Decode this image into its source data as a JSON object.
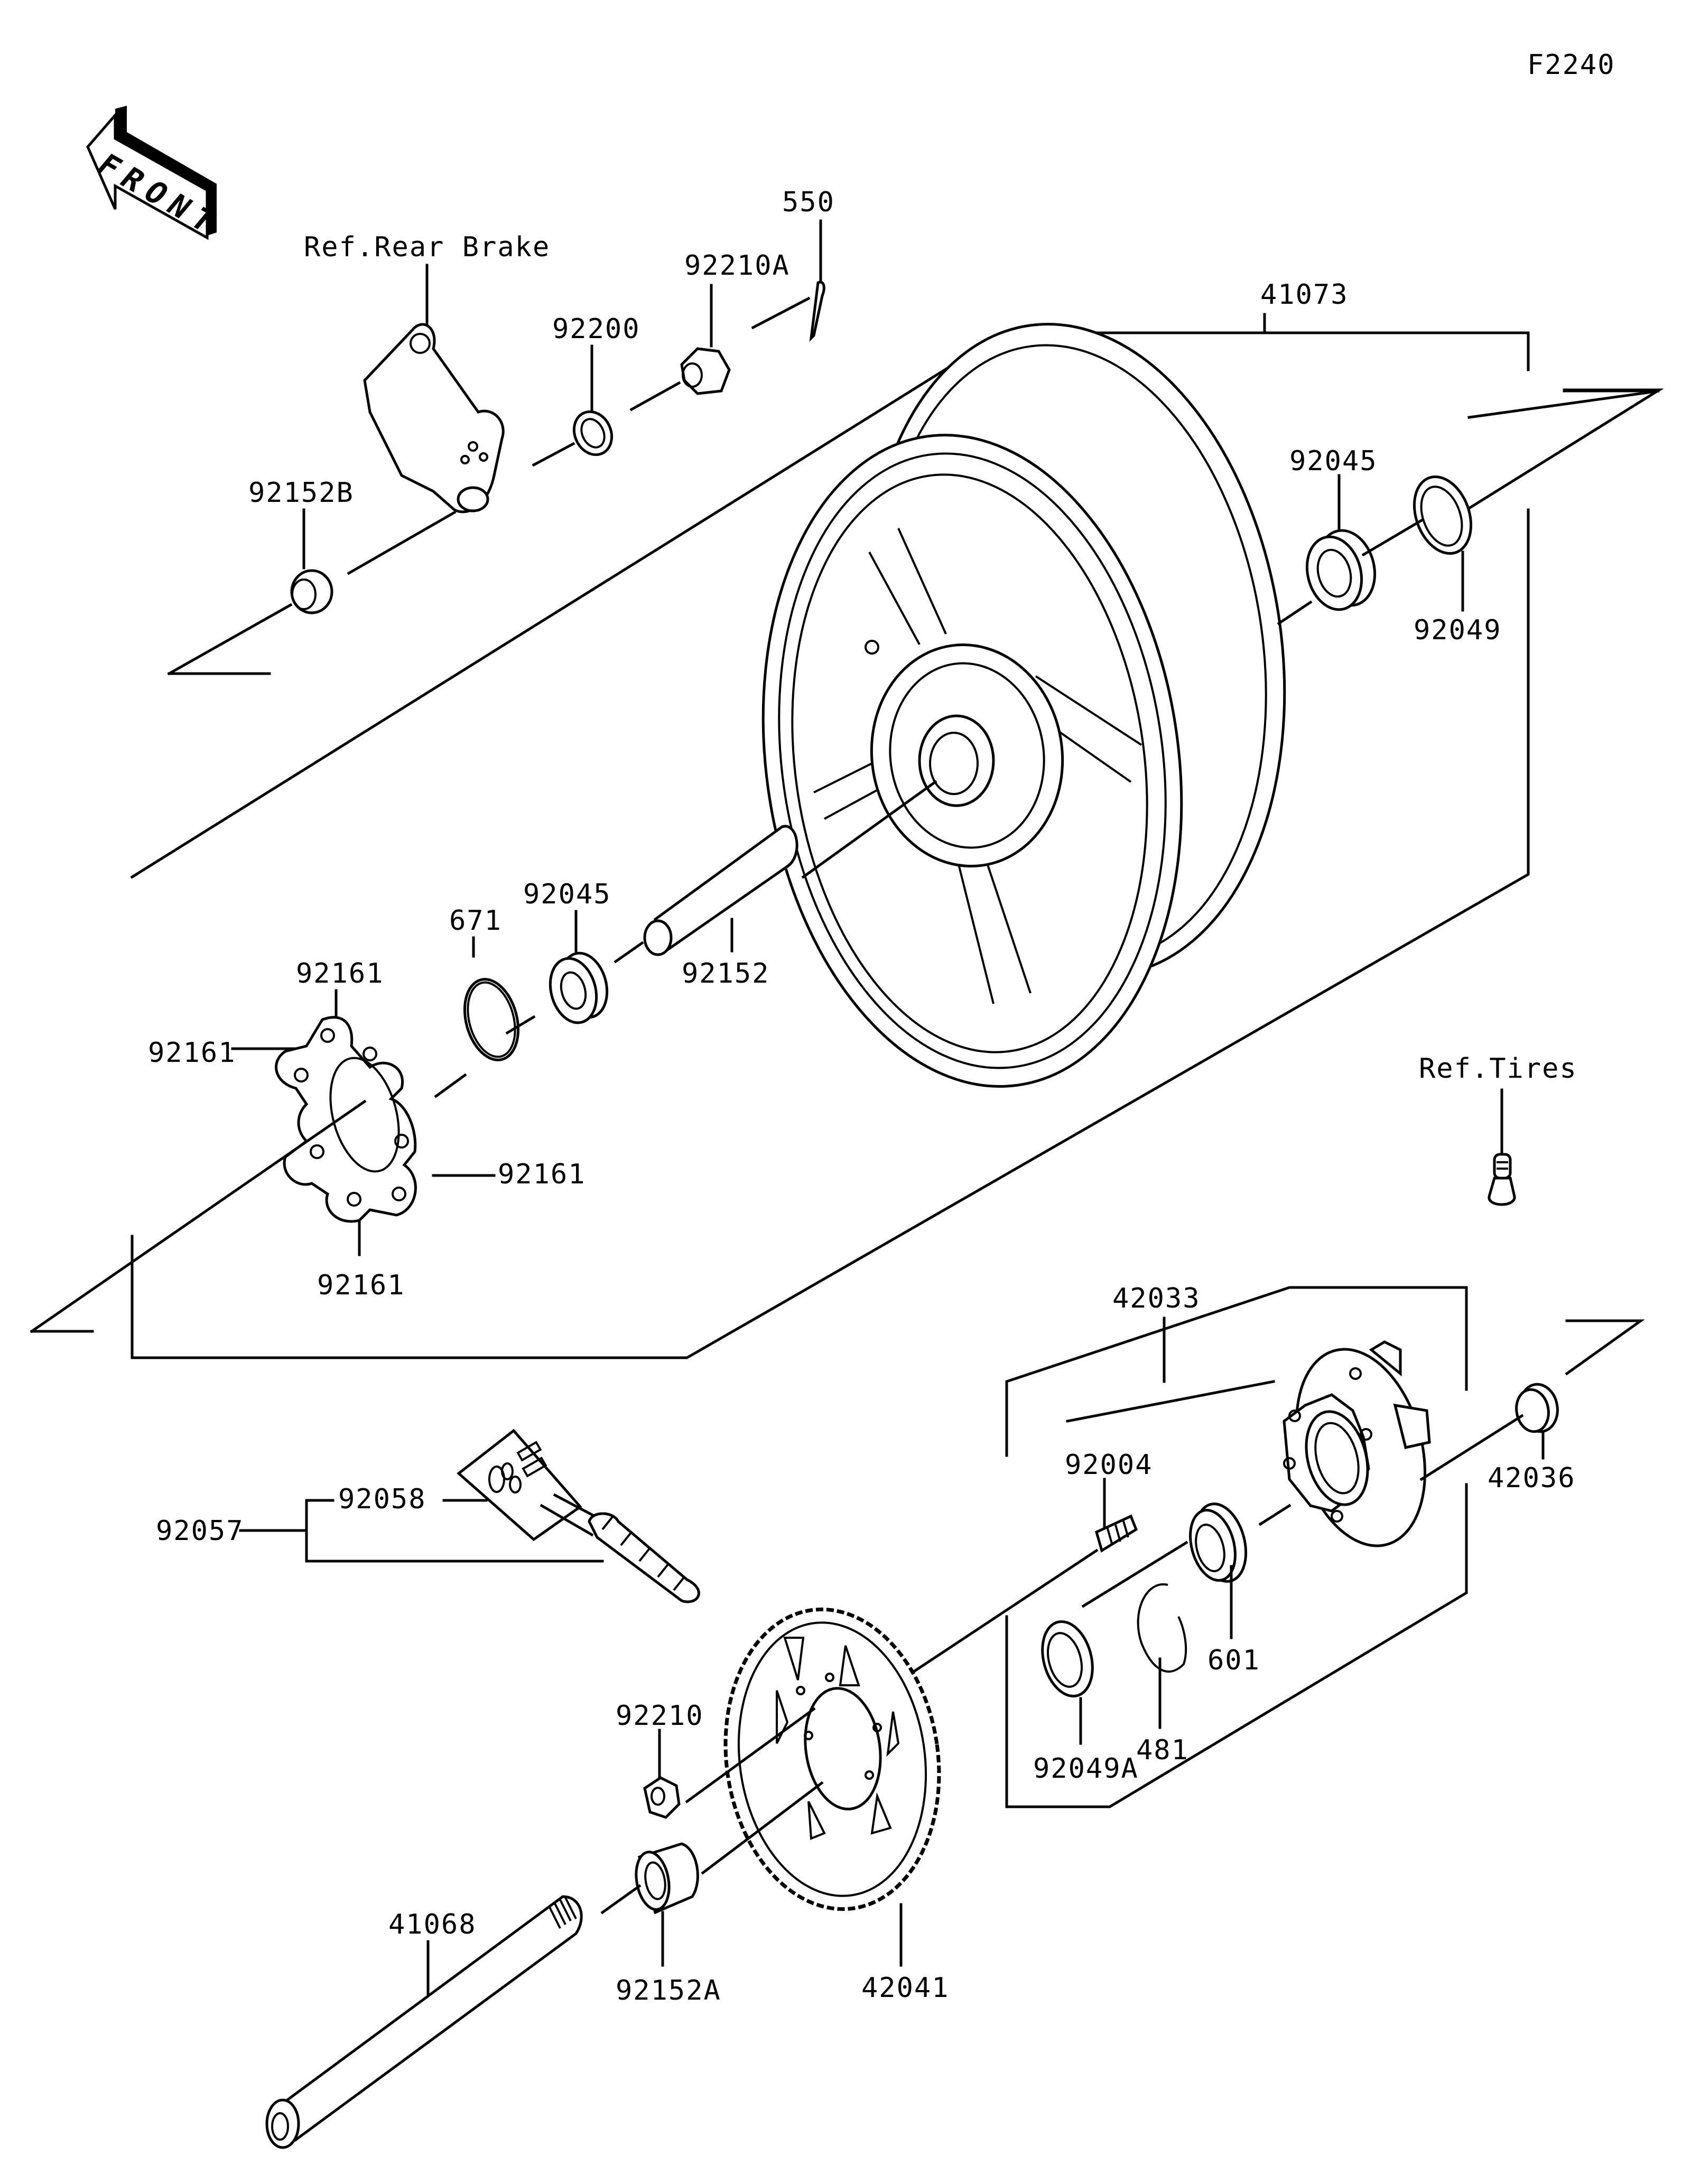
{
  "figure_code": "F2240",
  "front_indicator": {
    "label": "FRONT",
    "icon": "front-direction-arrow-icon"
  },
  "references": {
    "rear_brake": "Ref.Rear Brake",
    "tires": "Ref.Tires"
  },
  "callouts": {
    "p550": "550",
    "p92210A": "92210A",
    "p92200": "92200",
    "p41073": "41073",
    "p92152B": "92152B",
    "p92045_top": "92045",
    "p92049": "92049",
    "p92045_mid": "92045",
    "p671": "671",
    "p92161_top": "92161",
    "p92161_left": "92161",
    "p92161_right": "92161",
    "p92161_bottom": "92161",
    "p92152": "92152",
    "p42033": "42033",
    "p42036": "42036",
    "p92004": "92004",
    "p92058": "92058",
    "p92057": "92057",
    "p601": "601",
    "p481": "481",
    "p92049A": "92049A",
    "p92210": "92210",
    "p41068": "41068",
    "p92152A": "92152A",
    "p42041": "42041"
  }
}
